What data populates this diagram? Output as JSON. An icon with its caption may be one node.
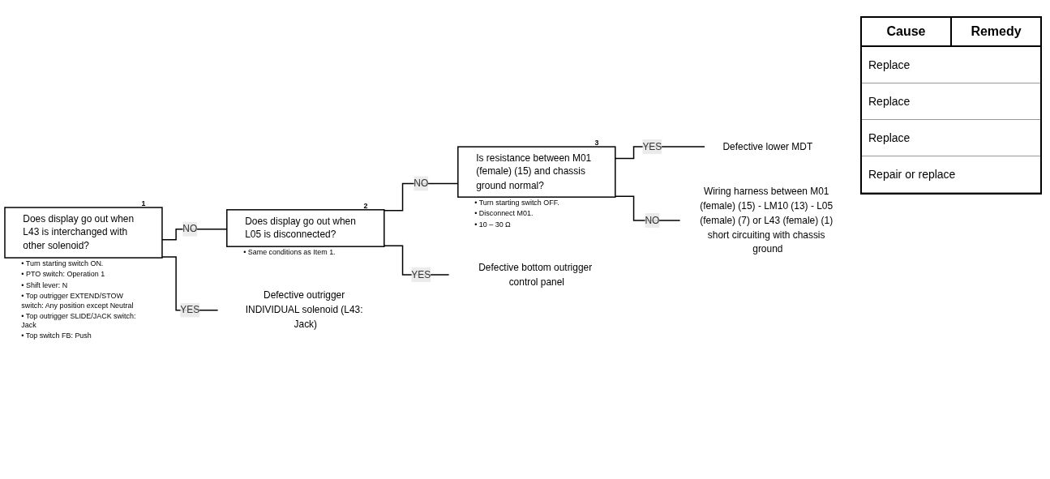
{
  "diagram": {
    "nodes": [
      {
        "text": [
          "Does display go out when L43 is interchanged with other solenoid?"
        ],
        "beside": [
          "1",
          "• Turn starting switch ON.",
          "• PTO switch: Operation 1",
          "• Shift lever: N",
          "• Top outrigger EXTEND/STOW switch: Any position except Neutral",
          "• Top outrigger SLIDE/JACK switch: Jack",
          "• Top switch FB: Push"
        ]
      },
      {
        "text": [
          "Does display go out when L05 is disconnected?"
        ],
        "beside": [
          "2",
          "• Same conditions as Item 1."
        ]
      },
      {
        "text": [
          "Is resistance between M01 (female) (15) and chassis ground normal?"
        ],
        "beside": [
          "3",
          "• Turn starting switch OFF.",
          "• Disconnect M01.",
          "• 10 – 30 Ω"
        ]
      },
      {
        "text": [
          "Defective outrigger INDIVIDUAL solenoid (L43: Jack)"
        ]
      },
      {
        "text": [
          "Defective bottom outrigger control panel"
        ]
      },
      {
        "text": [
          "Defective lower MDT"
        ]
      },
      {
        "text": [
          "Wiring harness between M01 (female) (15) - LM10 (13) - L05 (female) (7) or L43 (female) (1) short circuiting with chassis ground"
        ]
      }
    ],
    "edges": [
      {
        "from": 0,
        "to": 3,
        "arrow": "none",
        "label": "YES"
      },
      {
        "from": 0,
        "to": 1,
        "arrow": "none",
        "label": "NO"
      },
      {
        "from": 1,
        "to": 4,
        "arrow": "none",
        "label": "YES"
      },
      {
        "from": 1,
        "to": 2,
        "arrow": "none",
        "label": "NO"
      },
      {
        "from": 2,
        "to": 5,
        "arrow": "none",
        "label": "YES"
      },
      {
        "from": 2,
        "to": 6,
        "arrow": "none",
        "label": "NO"
      }
    ],
    "labels": [
      "Cause",
      "Remedy",
      "Replace",
      "Replace",
      "Replace",
      "Repair or replace"
    ]
  }
}
